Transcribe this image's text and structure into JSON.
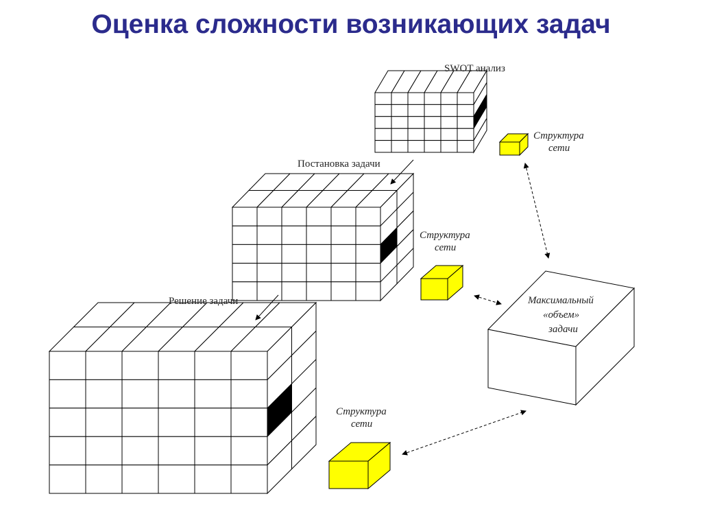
{
  "title": "Оценка сложности возникающих задач",
  "colors": {
    "title": "#2b2b8c",
    "highlight_box": "#ffff00",
    "selected_cell": "#000000"
  },
  "stages": [
    {
      "label": "SWOT анализ",
      "network_label": [
        "Структура",
        "сети"
      ]
    },
    {
      "label": "Постановка задачи",
      "network_label": [
        "Структура",
        "сети"
      ]
    },
    {
      "label": "Решение задачи",
      "network_label": [
        "Структура",
        "сети"
      ]
    }
  ],
  "max_volume": {
    "label": [
      "Максимальный",
      "«объем»",
      "задачи"
    ]
  }
}
